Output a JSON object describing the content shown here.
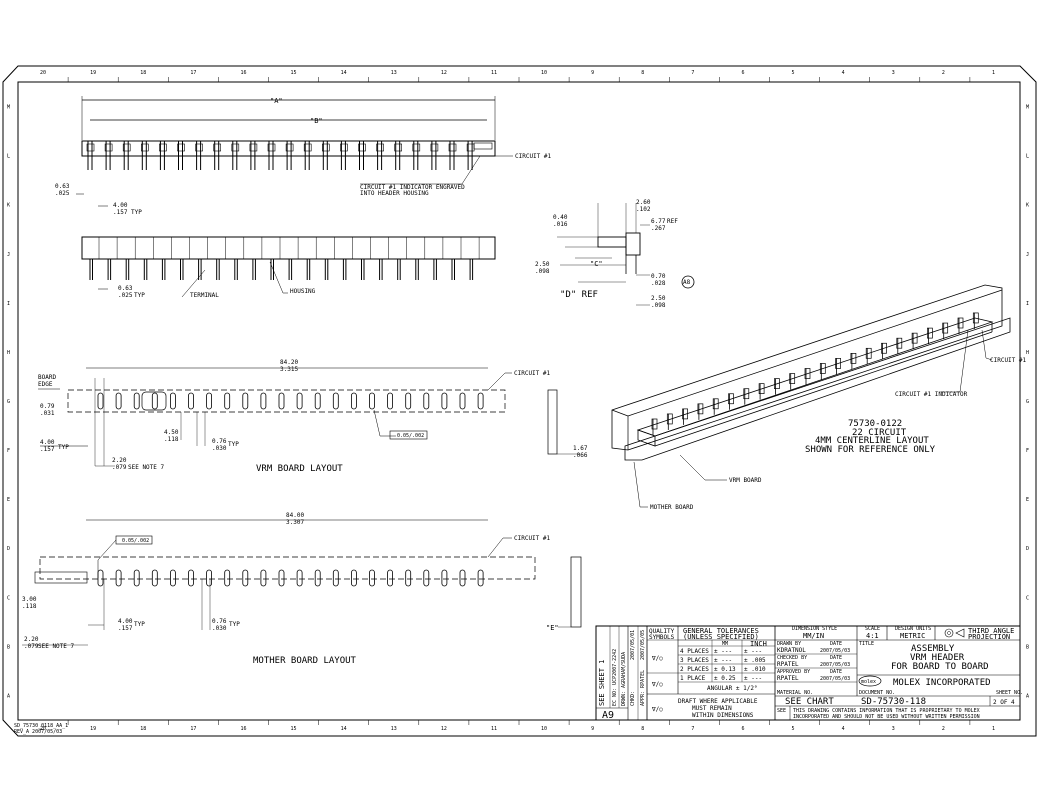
{
  "zones": {
    "columns": [
      "20",
      "19",
      "18",
      "17",
      "16",
      "15",
      "14",
      "13",
      "12",
      "11",
      "10",
      "9",
      "8",
      "7",
      "6",
      "5",
      "4",
      "3",
      "2",
      "1"
    ],
    "rows": [
      "M",
      "L",
      "K",
      "J",
      "I",
      "H",
      "G",
      "F",
      "E",
      "D",
      "C",
      "B",
      "A"
    ]
  },
  "top_view": {
    "dim_a": "\"A\"",
    "dim_b": "\"B\"",
    "circuit1": "CIRCUIT #1",
    "indicator_note_1": "CIRCUIT #1 INDICATOR ENGRAVED",
    "indicator_note_2": "INTO HEADER HOUSING",
    "pitch_mm": "4.00",
    "pitch_in": ".157",
    "pitch_typ": "TYP",
    "edge_mm": "0.63",
    "edge_in": ".025"
  },
  "front_view": {
    "pin_mm": "0.63",
    "pin_in": ".025",
    "pin_typ": "TYP",
    "terminal": "TERMINAL",
    "housing": "HOUSING"
  },
  "side_view": {
    "d1_mm": "2.60",
    "d1_in": ".102",
    "d2_mm": "0.40",
    "d2_in": ".016",
    "d3_mm": "6.77",
    "d3_in": ".267",
    "d3_ref": "REF",
    "d4_mm": "2.50",
    "d4_in": ".098",
    "dim_c": "\"C\"",
    "dim_d": "\"D\"  REF",
    "d5_mm": "0.70",
    "d5_in": ".028",
    "d6_mm": "2.50",
    "d6_in": ".098",
    "rev": "A8"
  },
  "iso_view": {
    "circuit1": "CIRCUIT #1",
    "indicator": "CIRCUIT #1 INDICATOR",
    "part": "75730-0122",
    "circuits": "22 CIRCUIT",
    "layout": "4MM CENTERLINE LAYOUT",
    "note": "SHOWN FOR REFERENCE ONLY",
    "vrm_board": "VRM BOARD",
    "mother_board": "MOTHER BOARD"
  },
  "vrm_layout": {
    "board_edge_1": "BOARD",
    "board_edge_2": "EDGE",
    "width_mm": "84.20",
    "width_in": "3.315",
    "circuit1": "CIRCUIT #1",
    "d1_mm": "0.79",
    "d1_in": ".031",
    "d2_mm": "4.00",
    "d2_in": ".157",
    "d2_typ": "TYP",
    "d3_mm": "2.20",
    "d3_in": ".079",
    "d3_note": "SEE NOTE 7",
    "d4_mm": "4.50",
    "d4_in": ".118",
    "d5_mm": "0.76",
    "d5_in": ".030",
    "d5_typ": "TYP",
    "tolerance": "0.05/.002",
    "d6_mm": "1.67",
    "d6_in": ".066",
    "title": "VRM BOARD LAYOUT"
  },
  "mb_layout": {
    "width_mm": "84.00",
    "width_in": "3.307",
    "tolerance": "0.05/.002",
    "circuit1": "CIRCUIT #1",
    "d1_mm": "3.00",
    "d1_in": ".118",
    "d2_mm": "4.00",
    "d2_in": ".157",
    "d2_typ": "TYP",
    "d3_mm": "0.76",
    "d3_in": ".030",
    "d3_typ": "TYP",
    "d4_mm": "2.20",
    "d4_in": ".079",
    "d4_note": "SEE NOTE 7",
    "dim_e": "\"E\"",
    "title": "MOTHER BOARD LAYOUT"
  },
  "title_block": {
    "rev_sheet": "SEE SHEET 1",
    "ec_no": "EC NO: UCP2007-2242",
    "drwn": "DRWN: AGRAHAM/SUDA",
    "chkd": "CHKD: ",
    "apprd": "APPR: RPATEL",
    "date_1": "2007/05/01",
    "date_2": "2007/05/05",
    "rev": "A9",
    "quality": "QUALITY",
    "symbols": "SYMBOLS",
    "gen_tol_1": "GENERAL TOLERANCES",
    "gen_tol_2": "(UNLESS SPECIFIED)",
    "col_mm": "MM",
    "col_inch": "INCH",
    "places": [
      {
        "label": "4 PLACES",
        "mm": "± ---",
        "inch": "± ---"
      },
      {
        "label": "3 PLACES",
        "mm": "± ---",
        "inch": "± .005"
      },
      {
        "label": "2 PLACES",
        "mm": "± 0.13",
        "inch": "± .010"
      },
      {
        "label": "1 PLACE",
        "mm": "± 0.25",
        "inch": "± ---"
      }
    ],
    "angular": "ANGULAR ± 1/2°",
    "draft_1": "DRAFT WHERE APPLICABLE",
    "draft_2": "MUST REMAIN",
    "draft_3": "WITHIN DIMENSIONS",
    "dim_style_label": "DIMENSION STYLE",
    "dim_style": "MM/IN",
    "scale_label": "SCALE",
    "scale": "4:1",
    "units_label": "DESIGN UNITS",
    "units": "METRIC",
    "projection_1": "THIRD ANGLE",
    "projection_2": "PROJECTION",
    "drawn_by_label": "DRAWN BY",
    "drawn_by": "KDRATNOL",
    "date_label": "DATE",
    "drawn_date": "2007/05/03",
    "checked_label": "CHECKED BY",
    "checked_by": "RPATEL",
    "checked_date": "2007/05/03",
    "approved_label": "APPROVED BY",
    "approved_by": "RPATEL",
    "approved_date": "2007/05/03",
    "title_label": "TITLE",
    "title_1": "ASSEMBLY",
    "title_2": "VRM HEADER",
    "title_3": "FOR BOARD TO BOARD",
    "logo": "molex",
    "company": "MOLEX INCORPORATED",
    "material_label": "MATERIAL NO.",
    "material": "SEE CHART",
    "document_label": "DOCUMENT NO.",
    "document": "SD-75730-118",
    "sheet_label": "SHEET NO.",
    "sheet": "2 OF 4",
    "see_label": "SEE",
    "proprietary_1": "THIS DRAWING CONTAINS INFORMATION THAT IS PROPRIETARY TO MOLEX",
    "proprietary_2": "INCORPORATED AND SHOULD NOT BE USED WITHOUT WRITTEN PERMISSION"
  },
  "footer": {
    "file_1": "SD_75730_0118_AA_1",
    "file_2": "REV_A  2007/05/03"
  }
}
